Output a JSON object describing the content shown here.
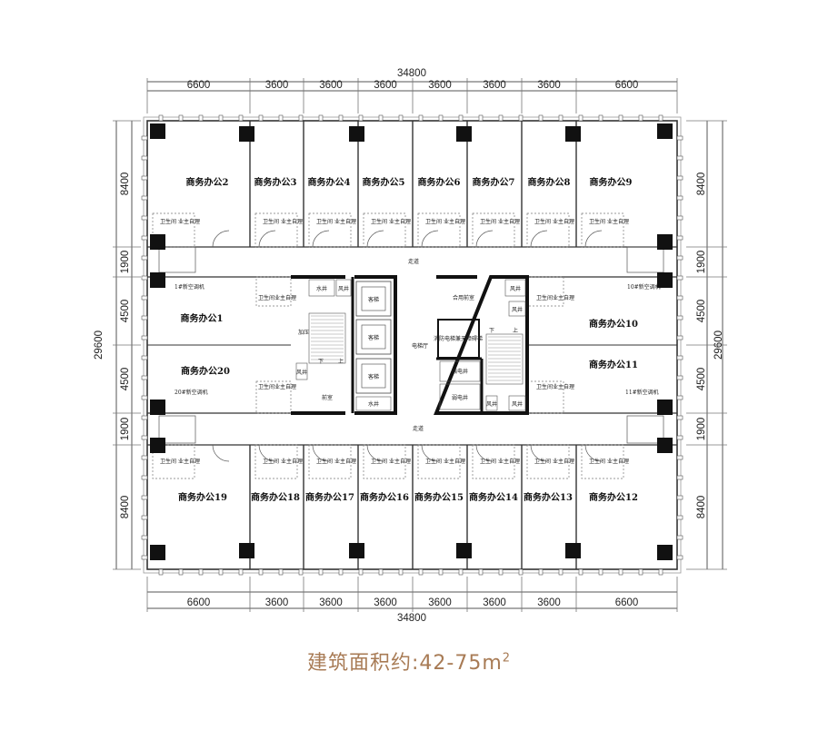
{
  "dimensions": {
    "top_total": "34800",
    "top_segments": [
      "6600",
      "3600",
      "3600",
      "3600",
      "3600",
      "3600",
      "3600",
      "6600"
    ],
    "bottom_total": "34800",
    "bottom_segments": [
      "6600",
      "3600",
      "3600",
      "3600",
      "3600",
      "3600",
      "3600",
      "6600"
    ],
    "left_total": "29600",
    "left_segments": [
      "8400",
      "1900",
      "4500",
      "4500",
      "1900",
      "8400"
    ],
    "right_total": "29600",
    "right_segments": [
      "8400",
      "1900",
      "4500",
      "4500",
      "1900",
      "8400"
    ]
  },
  "offices": {
    "o1": "商务办公1",
    "o2": "商务办公2",
    "o3": "商务办公3",
    "o4": "商务办公4",
    "o5": "商务办公5",
    "o6": "商务办公6",
    "o7": "商务办公7",
    "o8": "商务办公8",
    "o9": "商务办公9",
    "o10": "商务办公10",
    "o11": "商务办公11",
    "o12": "商务办公12",
    "o13": "商务办公13",
    "o14": "商务办公14",
    "o15": "商务办公15",
    "o16": "商务办公16",
    "o17": "商务办公17",
    "o18": "商务办公18",
    "o19": "商务办公19",
    "o20": "商务办公20"
  },
  "labels": {
    "corridor": "走道",
    "elevator_hall": "电梯厅",
    "restroom": "卫生间",
    "owner_diy": "业主自理",
    "water_shaft": "水井",
    "air_shaft": "风井",
    "passenger_lift": "客梯",
    "anteroom": "前室",
    "smoke_room": "加压",
    "shared_anteroom": "合用前室",
    "fire_lift": "消防电梯兼无障碍梯",
    "strong_elec": "强电井",
    "weak_elec": "弱电井",
    "ac1": "1#新空调机",
    "ac10": "10#新空调机",
    "ac11": "11#新空调机",
    "ac20": "20#新空调机",
    "down": "下",
    "up": "上"
  },
  "caption": {
    "label": "建筑面积约:",
    "value": "42-75m",
    "sup": "2"
  },
  "colors": {
    "caption": "#a87b55",
    "wall": "#111111"
  }
}
